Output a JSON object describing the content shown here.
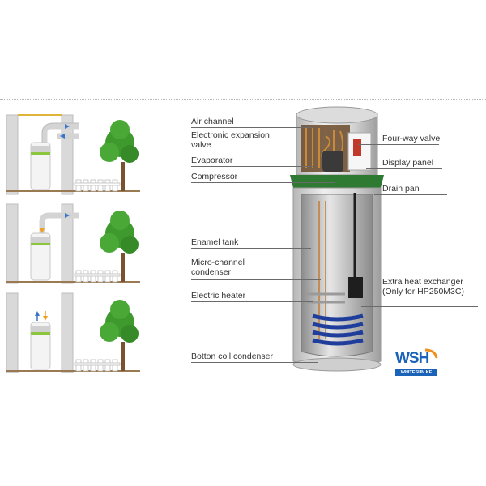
{
  "labels": {
    "air_channel": "Air channel",
    "electronic_expansion_valve": "Electronic expansion valve",
    "evaporator": "Evaporator",
    "compressor": "Compressor",
    "enamel_tank": "Enamel tank",
    "micro_channel_condenser": "Micro-channel condenser",
    "electric_heater": "Electric heater",
    "bottom_coil_condenser": "Botton coil condenser",
    "four_way_valve": "Four-way valve",
    "display_panel": "Display panel",
    "drain_pan": "Drain pan",
    "extra_heat_exchanger": "Extra heat exchanger (Only for HP250M3C)"
  },
  "logo": {
    "text": "WSH",
    "subtext": "WHITESUN.KE"
  },
  "colors": {
    "band_green": "#2f7a33",
    "tank_grey": "#cfcfcf",
    "coil_blue": "#1f3d9a",
    "brand_blue": "#1b63b8",
    "brand_orange": "#f0901e",
    "tree_green": "#3f9a2e"
  }
}
